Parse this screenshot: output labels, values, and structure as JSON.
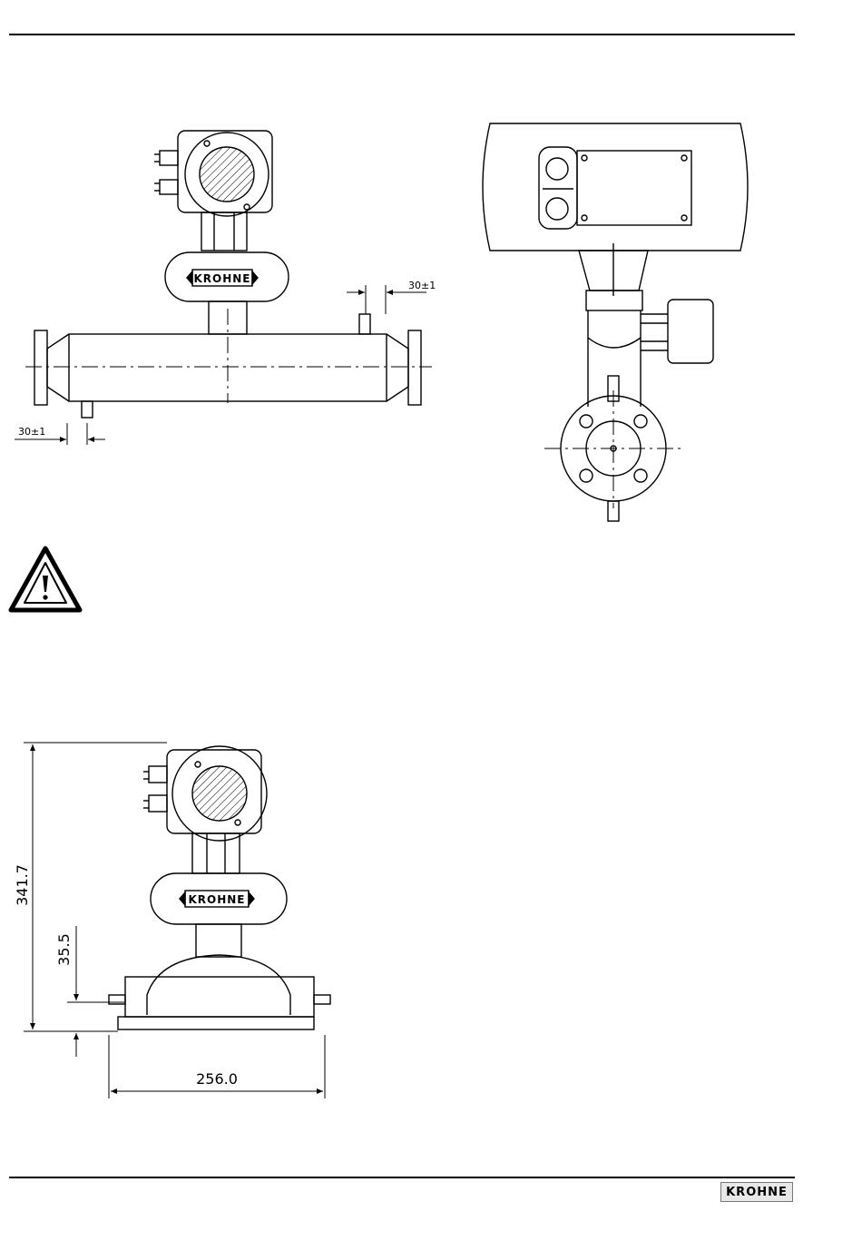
{
  "brand": {
    "name": "KROHNE"
  },
  "side_view": {
    "dim_top": "30±1",
    "dim_bottom": "30±1"
  },
  "warning": {
    "icon": "warning-triangle-icon"
  },
  "front_view": {
    "height_total": "341.7",
    "height_base": "35.5",
    "width": "256.0"
  },
  "footer": {
    "logo_text": "KROHNE"
  }
}
